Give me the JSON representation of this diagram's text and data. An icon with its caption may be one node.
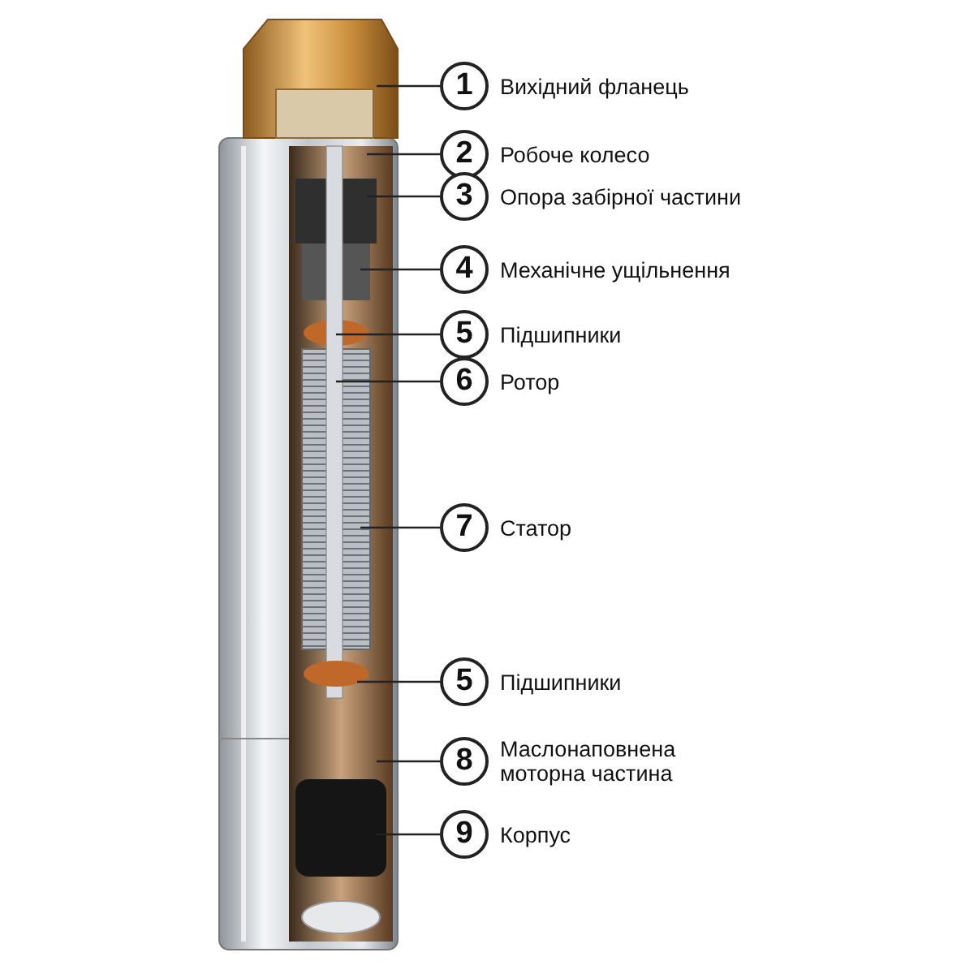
{
  "diagram": {
    "nodes": [
      {
        "text": [
          "1"
        ],
        "beside": [
          "Вихідний фланець"
        ]
      },
      {
        "text": [
          "2"
        ],
        "beside": [
          "Робоче колесо"
        ]
      },
      {
        "text": [
          "3"
        ],
        "beside": [
          "Опора забірної частини"
        ]
      },
      {
        "text": [
          "4"
        ],
        "beside": [
          "Механічне ущільнення"
        ]
      },
      {
        "text": [
          "5"
        ],
        "beside": [
          "Підшипники"
        ]
      },
      {
        "text": [
          "6"
        ],
        "beside": [
          "Ротор"
        ]
      },
      {
        "text": [
          "7"
        ],
        "beside": [
          "Статор"
        ]
      },
      {
        "text": [
          "5"
        ],
        "beside": [
          "Підшипники"
        ]
      },
      {
        "text": [
          "8"
        ],
        "beside": [
          "Маслонаповнена моторна частина"
        ]
      },
      {
        "text": [
          "9"
        ],
        "beside": [
          "Корпус"
        ]
      }
    ],
    "edges": [
      {
        "from": 0,
        "to": null,
        "arrow": "none"
      },
      {
        "from": 1,
        "to": null,
        "arrow": "none"
      },
      {
        "from": 2,
        "to": null,
        "arrow": "none"
      },
      {
        "from": 3,
        "to": null,
        "arrow": "none"
      },
      {
        "from": 4,
        "to": null,
        "arrow": "none"
      },
      {
        "from": 5,
        "to": null,
        "arrow": "none"
      },
      {
        "from": 6,
        "to": null,
        "arrow": "none"
      },
      {
        "from": 7,
        "to": null,
        "arrow": "none"
      },
      {
        "from": 8,
        "to": null,
        "arrow": "none"
      },
      {
        "from": 9,
        "to": null,
        "arrow": "none"
      }
    ]
  }
}
